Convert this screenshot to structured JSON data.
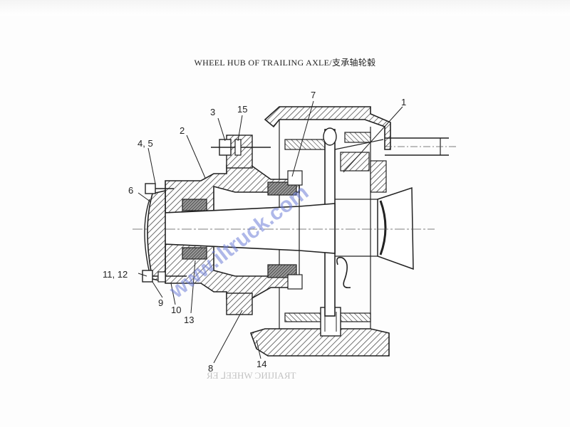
{
  "title": "WHEEL HUB OF TRAILING AXLE/支承轴轮毂",
  "watermark": "www.iltruck.com",
  "mirrored_text": "ЯƎ ⅃ƎƎHW ƆИIJIAЯT",
  "callouts": {
    "c1": "1",
    "c2": "2",
    "c3": "3",
    "c4_5": "4, 5",
    "c6": "6",
    "c7": "7",
    "c8": "8",
    "c9": "9",
    "c10": "10",
    "c11_12": "11, 12",
    "c13": "13",
    "c14": "14",
    "c15": "15"
  }
}
